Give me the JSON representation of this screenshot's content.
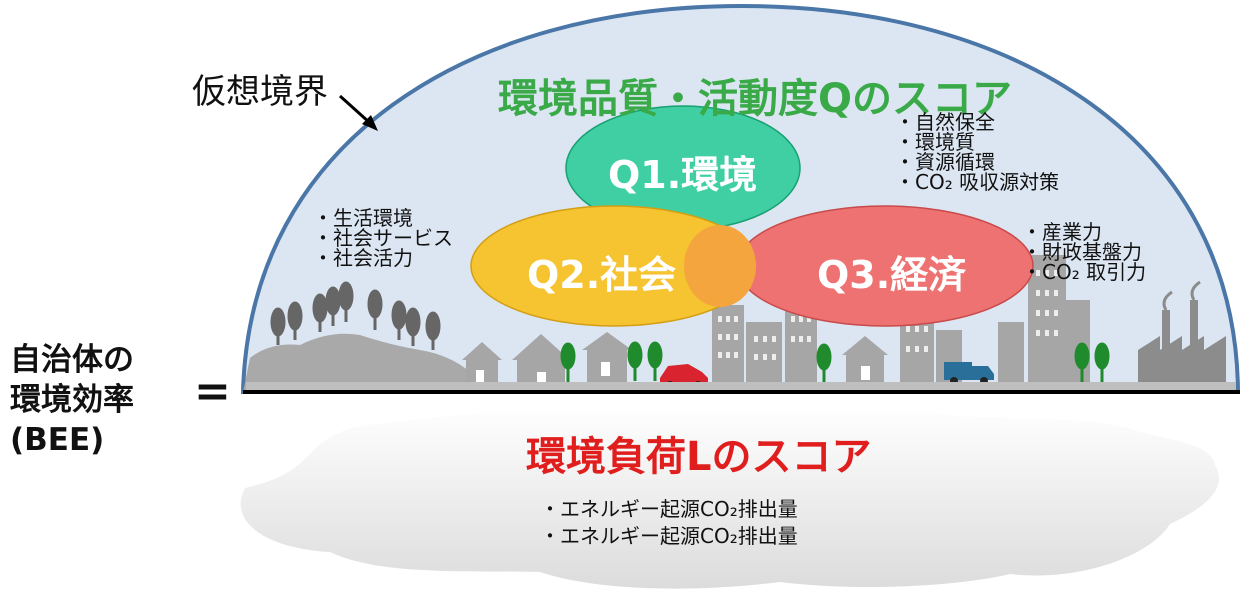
{
  "boundary_label": "仮想境界",
  "bee_label": [
    "自治体の",
    "環境効率",
    "(BEE)"
  ],
  "equals_sign": "=",
  "quality_title": "環境品質・活動度Qのスコア",
  "load_title": "環境負荷Lのスコア",
  "circles": {
    "q1": "Q1.環境",
    "q2": "Q2.社会",
    "q3": "Q3.経済"
  },
  "q1_items": [
    "・自然保全",
    "・環境質",
    "・資源循環",
    "・CO₂ 吸収源対策"
  ],
  "q2_items": [
    "・生活環境",
    "・社会サービス",
    "・社会活力"
  ],
  "q3_items": [
    "・産業力",
    "・財政基盤力",
    "・CO₂ 取引力"
  ],
  "load_items": [
    "・エネルギー起源CO₂排出量",
    "・エネルギー起源CO₂排出量"
  ],
  "colors": {
    "dome_fill": "#dce6f2",
    "dome_stroke": "#4a76a8",
    "q1": "#2ecc9a",
    "q2": "#f6c331",
    "q3": "#ee7272",
    "overlap": "#f4a53e",
    "title_q": "#3aaa48",
    "title_l": "#e01e1e"
  }
}
